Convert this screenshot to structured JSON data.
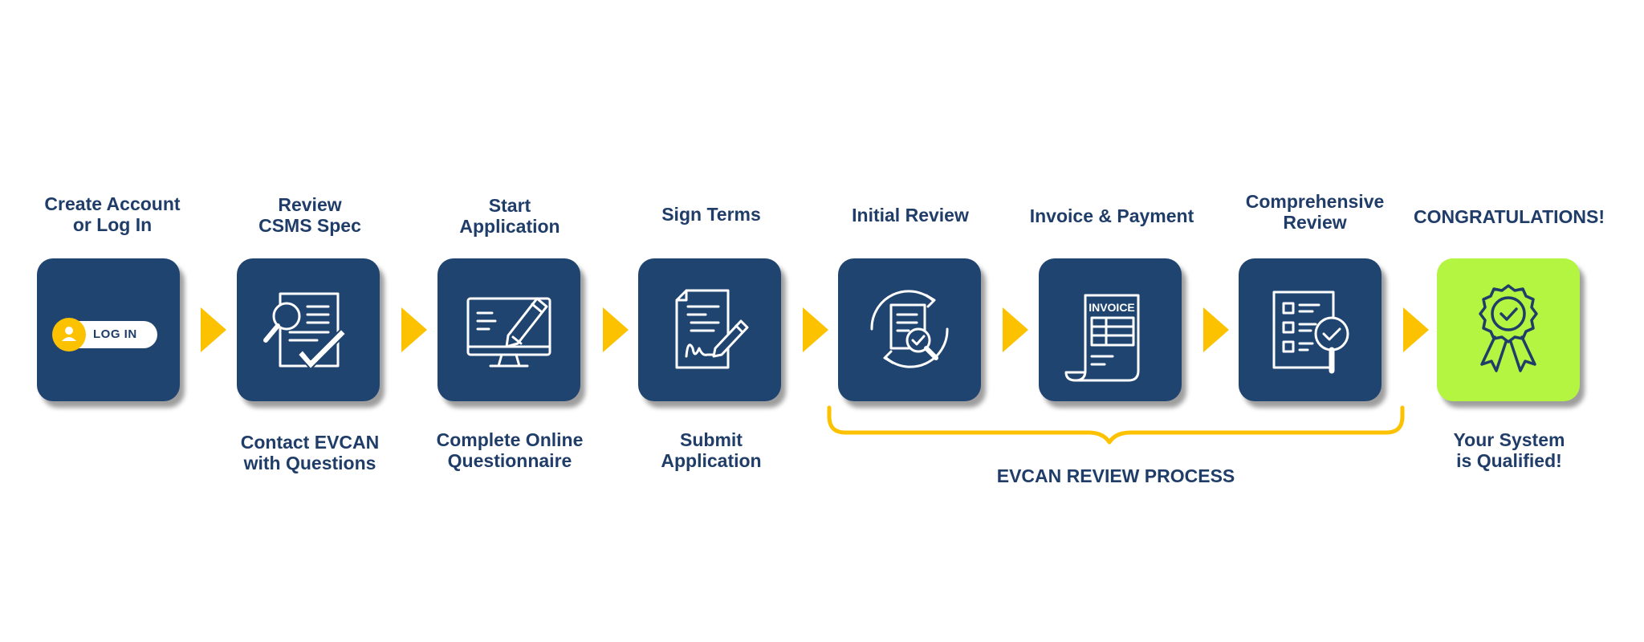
{
  "steps": [
    {
      "top_label": [
        "Create Account",
        "or Log In"
      ],
      "icon": "login-icon",
      "login_text": "LOG IN"
    },
    {
      "top_label": [
        "Review",
        "CSMS Spec"
      ],
      "bottom_label": [
        "Contact EVCAN",
        "with Questions"
      ],
      "icon": "document-review-icon"
    },
    {
      "top_label": [
        "Start",
        "Application"
      ],
      "bottom_label": [
        "Complete Online",
        "Questionnaire"
      ],
      "icon": "computer-edit-icon"
    },
    {
      "top_label": [
        "Sign Terms"
      ],
      "bottom_label": [
        "Submit",
        "Application"
      ],
      "icon": "signed-document-icon"
    },
    {
      "top_label": [
        "Initial Review"
      ],
      "icon": "document-search-cycle-icon"
    },
    {
      "top_label": [
        "Invoice & Payment"
      ],
      "icon": "invoice-icon",
      "icon_text": "INVOICE"
    },
    {
      "top_label": [
        "Comprehensive",
        "Review"
      ],
      "icon": "checklist-search-icon"
    },
    {
      "top_label": [
        "CONGRATULATIONS!"
      ],
      "bottom_label": [
        "Your System",
        "is Qualified!"
      ],
      "icon": "award-ribbon-icon"
    }
  ],
  "review_process_label": "EVCAN REVIEW PROCESS",
  "colors": {
    "tile": "#204470",
    "final_tile": "#b4f542",
    "accent": "#fcc200",
    "text": "#1f3d68"
  }
}
